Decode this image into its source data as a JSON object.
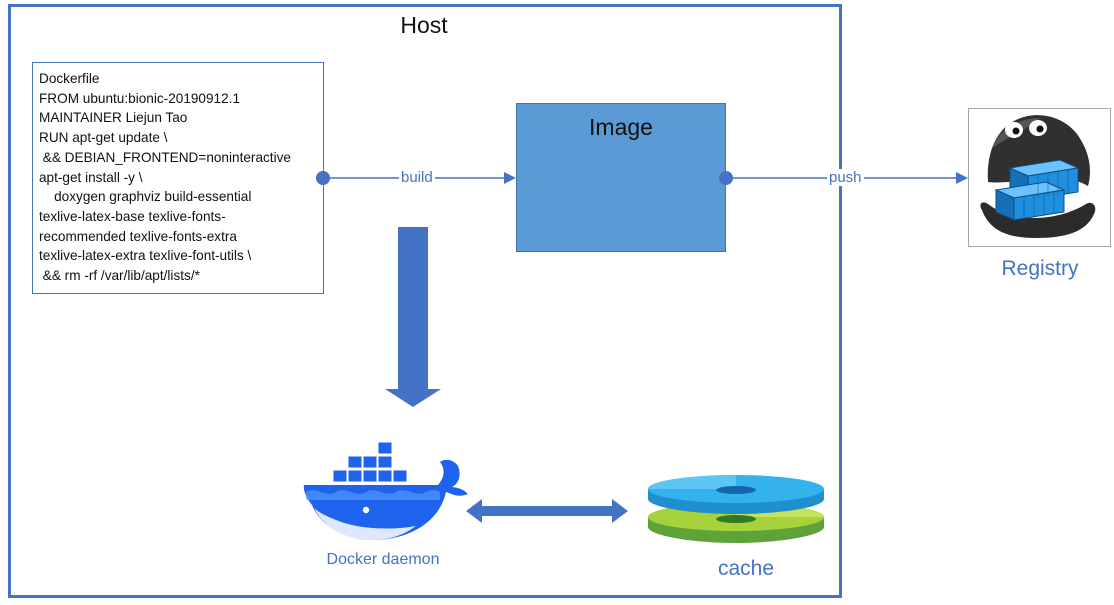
{
  "host": {
    "title": "Host"
  },
  "dockerfile": {
    "lines": [
      "Dockerfile",
      "FROM ubuntu:bionic-20190912.1",
      "MAINTAINER Liejun Tao",
      "RUN apt-get update \\",
      " && DEBIAN_FRONTEND=noninteractive",
      "apt-get install -y \\",
      "    doxygen graphviz build-essential",
      "texlive-latex-base texlive-fonts-",
      "recommended texlive-fonts-extra",
      "texlive-latex-extra texlive-font-utils \\",
      " && rm -rf /var/lib/apt/lists/*"
    ]
  },
  "image": {
    "label": "Image"
  },
  "edges": {
    "build": "build",
    "push": "push"
  },
  "registry": {
    "label": "Registry",
    "icon": "registry-oyster-icon"
  },
  "daemon": {
    "label": "Docker daemon",
    "icon": "docker-whale-icon"
  },
  "cache": {
    "label": "cache",
    "icon": "cache-disks-icon"
  },
  "colors": {
    "accent": "#4472c4",
    "image_fill": "#5b9bd5",
    "docker_blue": "#1d63ed",
    "cache_top": "#2fb0e6",
    "cache_bottom": "#9ccc3c"
  }
}
